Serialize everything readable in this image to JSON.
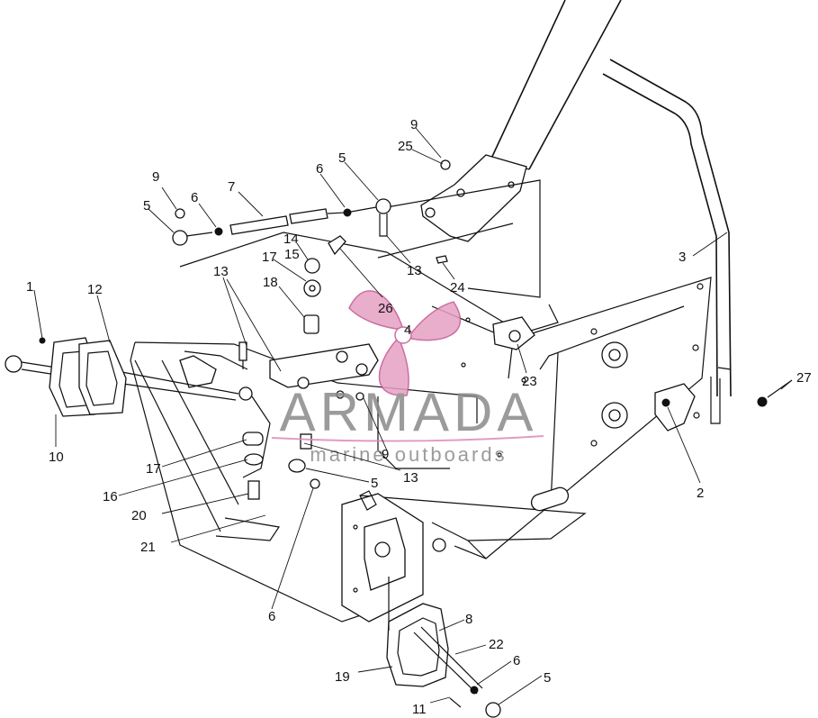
{
  "diagram": {
    "part_labels": [
      {
        "id": "p1",
        "text": "1"
      },
      {
        "id": "p2",
        "text": "2"
      },
      {
        "id": "p3",
        "text": "3"
      },
      {
        "id": "p4",
        "text": "4"
      },
      {
        "id": "p5a",
        "text": "5"
      },
      {
        "id": "p5b",
        "text": "5"
      },
      {
        "id": "p5c",
        "text": "5"
      },
      {
        "id": "p5d",
        "text": "5"
      },
      {
        "id": "p6a",
        "text": "6"
      },
      {
        "id": "p6b",
        "text": "6"
      },
      {
        "id": "p6c",
        "text": "6"
      },
      {
        "id": "p6d",
        "text": "6"
      },
      {
        "id": "p7",
        "text": "7"
      },
      {
        "id": "p8",
        "text": "8"
      },
      {
        "id": "p9a",
        "text": "9"
      },
      {
        "id": "p9b",
        "text": "9"
      },
      {
        "id": "p9c",
        "text": "9"
      },
      {
        "id": "p10",
        "text": "10"
      },
      {
        "id": "p11",
        "text": "11"
      },
      {
        "id": "p12",
        "text": "12"
      },
      {
        "id": "p13a",
        "text": "13"
      },
      {
        "id": "p13b",
        "text": "13"
      },
      {
        "id": "p13c",
        "text": "13"
      },
      {
        "id": "p14",
        "text": "14"
      },
      {
        "id": "p15",
        "text": "15"
      },
      {
        "id": "p16",
        "text": "16"
      },
      {
        "id": "p17a",
        "text": "17"
      },
      {
        "id": "p17b",
        "text": "17"
      },
      {
        "id": "p18",
        "text": "18"
      },
      {
        "id": "p19",
        "text": "19"
      },
      {
        "id": "p20",
        "text": "20"
      },
      {
        "id": "p21",
        "text": "21"
      },
      {
        "id": "p22",
        "text": "22"
      },
      {
        "id": "p23",
        "text": "23"
      },
      {
        "id": "p24",
        "text": "24"
      },
      {
        "id": "p25",
        "text": "25"
      },
      {
        "id": "p26",
        "text": "26"
      },
      {
        "id": "p27",
        "text": "27"
      }
    ]
  },
  "watermark": {
    "title": "ARMADA",
    "subtitle": "marine outboards",
    "colors": {
      "text": "#8a8a8a",
      "propeller": "#e6a0c4",
      "propeller_outline": "#c2558f",
      "swoosh": "#d98cb8"
    }
  }
}
